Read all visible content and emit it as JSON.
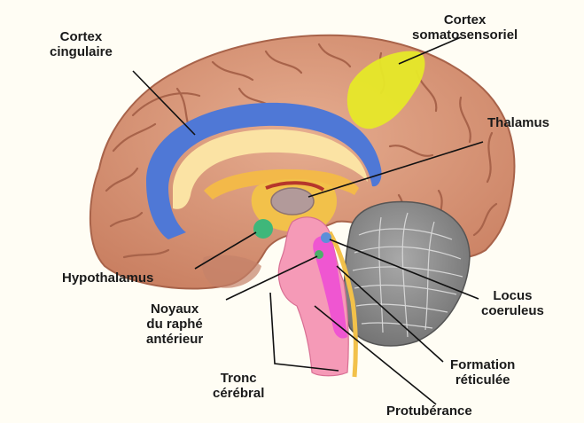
{
  "labels": {
    "cortex_cingulaire": [
      "Cortex",
      "cingulaire"
    ],
    "cortex_somato": [
      "Cortex",
      "somatosensoriel"
    ],
    "thalamus": "Thalamus",
    "hypothalamus": "Hypothalamus",
    "noyaux": [
      "Noyaux",
      "du raphé",
      "antérieur"
    ],
    "locus": [
      "Locus",
      "coeruleus"
    ],
    "formation": [
      "Formation",
      "réticulée"
    ],
    "tronc": [
      "Tronc",
      "cérébral"
    ],
    "protuberance": "Protubérance"
  },
  "colors": {
    "cortex": "#d99a7c",
    "cortex_fold": "#a8634a",
    "cingulate": "#4f78d6",
    "somatosensory": "#e6e828",
    "corpus_callosum": "#fbe3a4",
    "thalamus": "#b29a9a",
    "hypothalamus": "#3fb77a",
    "brainstem": "#f59ab7",
    "reticular": "#ee4fd4",
    "locus": "#5d8fd9",
    "raphe": "#4bb06a",
    "cerebellum": "#8c8c8c",
    "leader_line": "#111111"
  }
}
